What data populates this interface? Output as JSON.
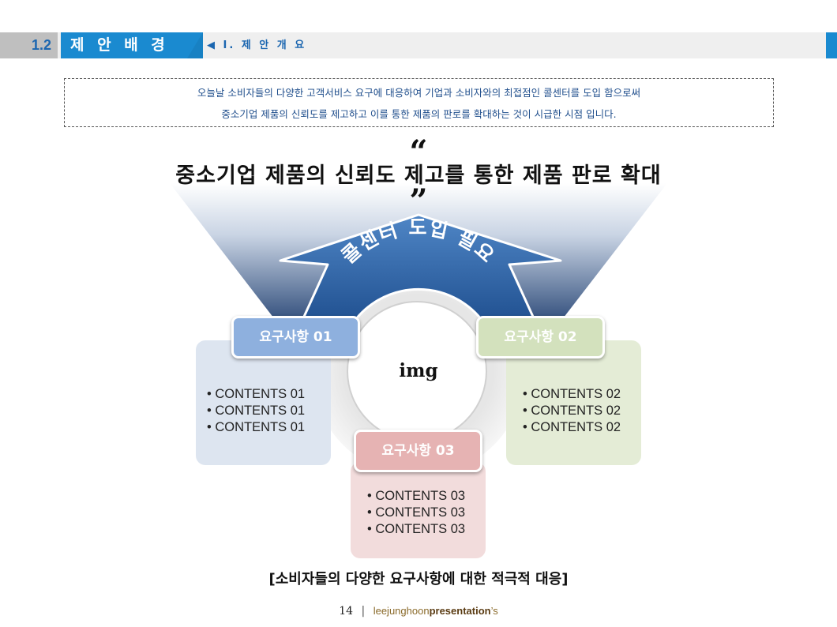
{
  "header": {
    "section_number": "1.2",
    "section_title": "제 안 배 경",
    "breadcrumb": "◀ I. 제 안 개 요"
  },
  "intro": {
    "line1": "오늘날 소비자들의 다양한 고객서비스 요구에 대응하여 기업과 소비자와의 최접점인 콜센터를 도입 함으로써",
    "line2": "중소기업 제품의 신뢰도를 제고하고 이를 통한 제품의 판로를 확대하는 것이 시급한 시점 입니다."
  },
  "headline": {
    "open_quote": "“",
    "text": "중소기업 제품의 신뢰도 제고를 통한 제품 판로 확대",
    "close_quote": "”"
  },
  "arrow_label": "콜센터 도입 필요",
  "center": {
    "label": "img"
  },
  "requirements": [
    {
      "title": "요구사항 01",
      "items": [
        "CONTENTS 01",
        "CONTENTS 01",
        "CONTENTS 01"
      ],
      "color": "#8eb0de",
      "panel_color": "#dde5f0"
    },
    {
      "title": "요구사항 02",
      "items": [
        "CONTENTS 02",
        "CONTENTS 02",
        "CONTENTS 02"
      ],
      "color": "#d3e1bd",
      "panel_color": "#e4ecd6"
    },
    {
      "title": "요구사항 03",
      "items": [
        "CONTENTS 03",
        "CONTENTS 03",
        "CONTENTS 03"
      ],
      "color": "#e6b3b3",
      "panel_color": "#f2dcdc"
    }
  ],
  "caption": "[소비자들의 다양한 요구사항에 대한 적극적 대응]",
  "footer": {
    "page": "14",
    "separator": "|",
    "brand_part1": "leejunghoon",
    "brand_part2": "presentation",
    "brand_part3": "’s"
  },
  "colors": {
    "accent": "#1a8ad0",
    "arrow_blue": "#2d5d9c",
    "funnel_top": "#ffffff",
    "funnel_bottom": "#203f70"
  }
}
